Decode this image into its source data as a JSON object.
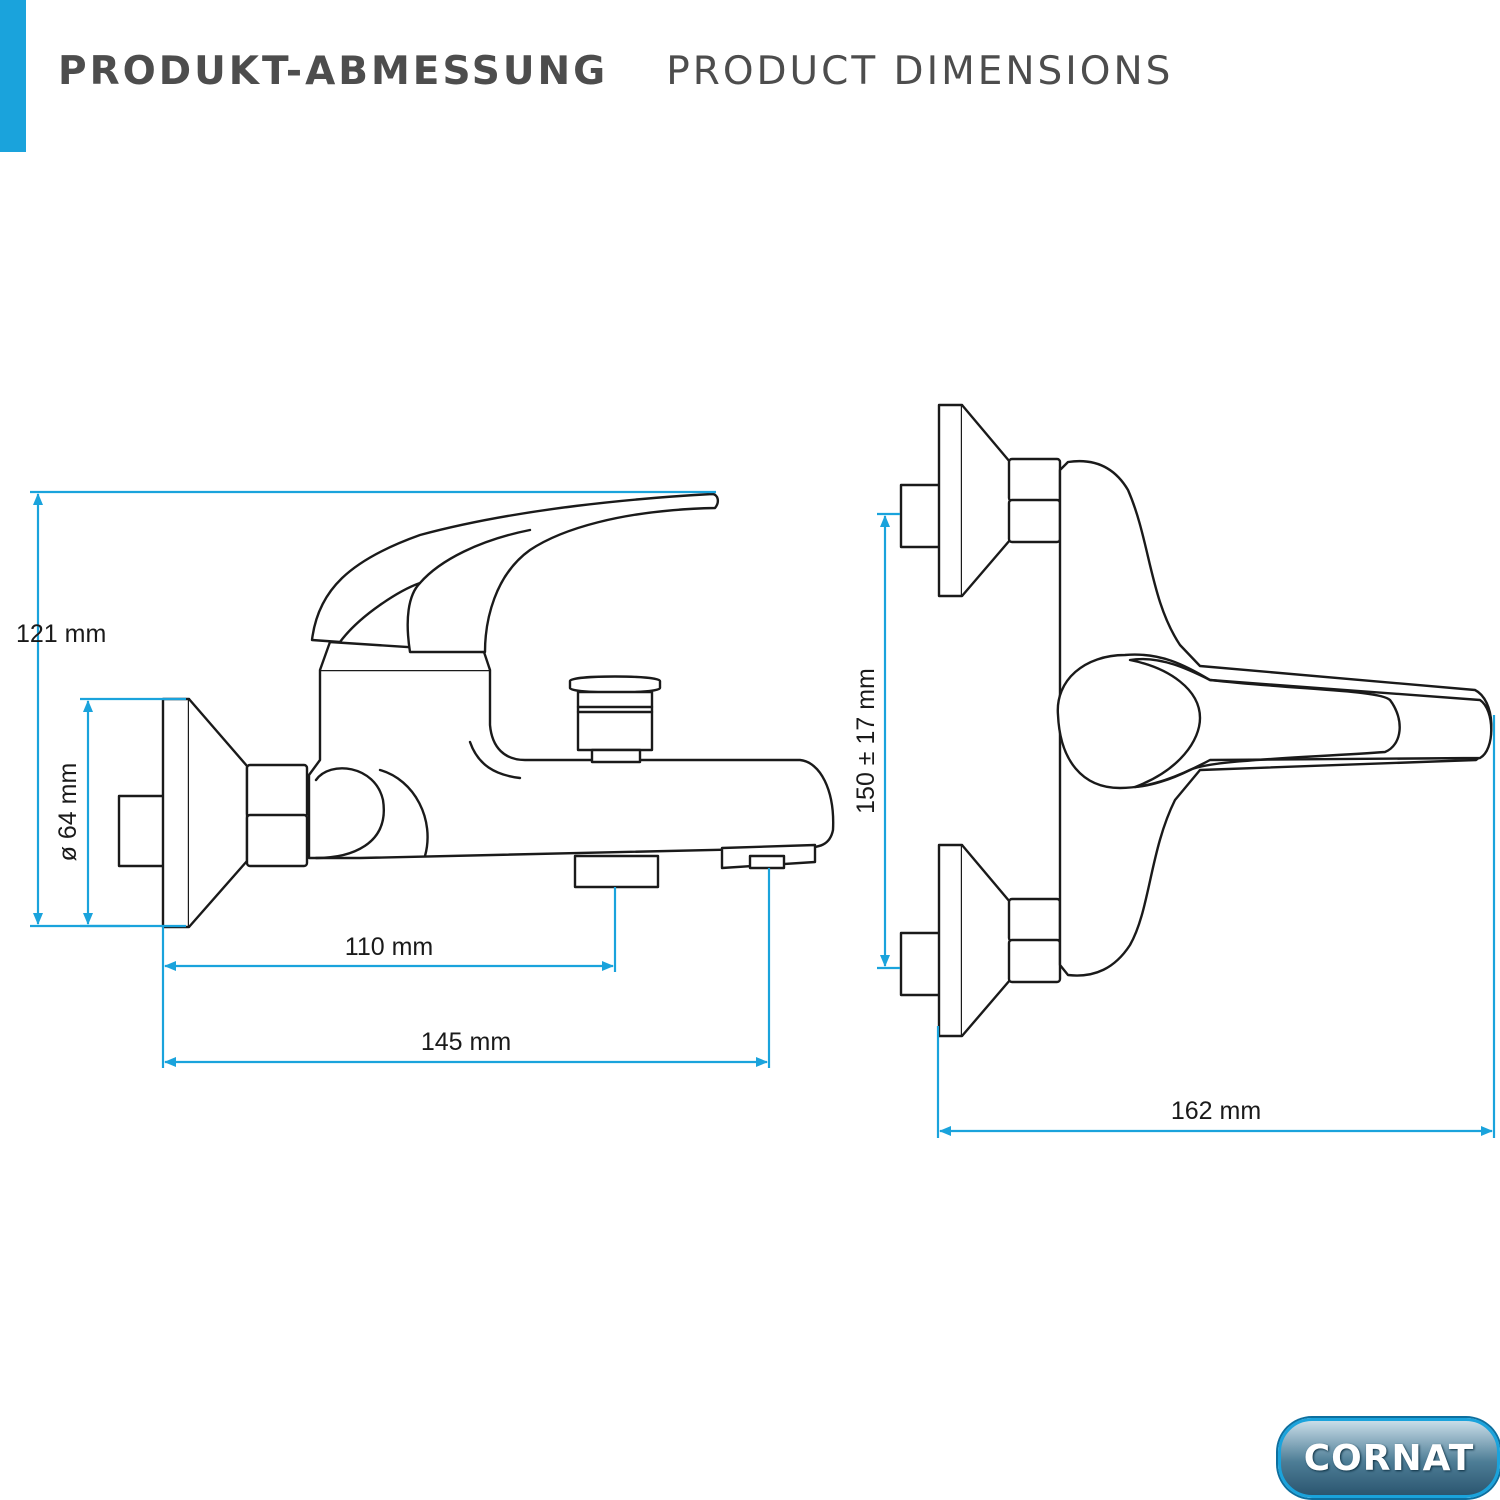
{
  "header": {
    "title_de": "PRODUKT-ABMESSUNG",
    "title_en": "PRODUCT DIMENSIONS"
  },
  "dimensions": {
    "height": "121 mm",
    "diameter": "ø 64 mm",
    "spout_outlet": "110 mm",
    "depth": "145 mm",
    "centers": "150 ± 17 mm",
    "width": "162 mm"
  },
  "brand": {
    "logo_text": "CORNAT",
    "accent_color": "#1aa3dc"
  }
}
